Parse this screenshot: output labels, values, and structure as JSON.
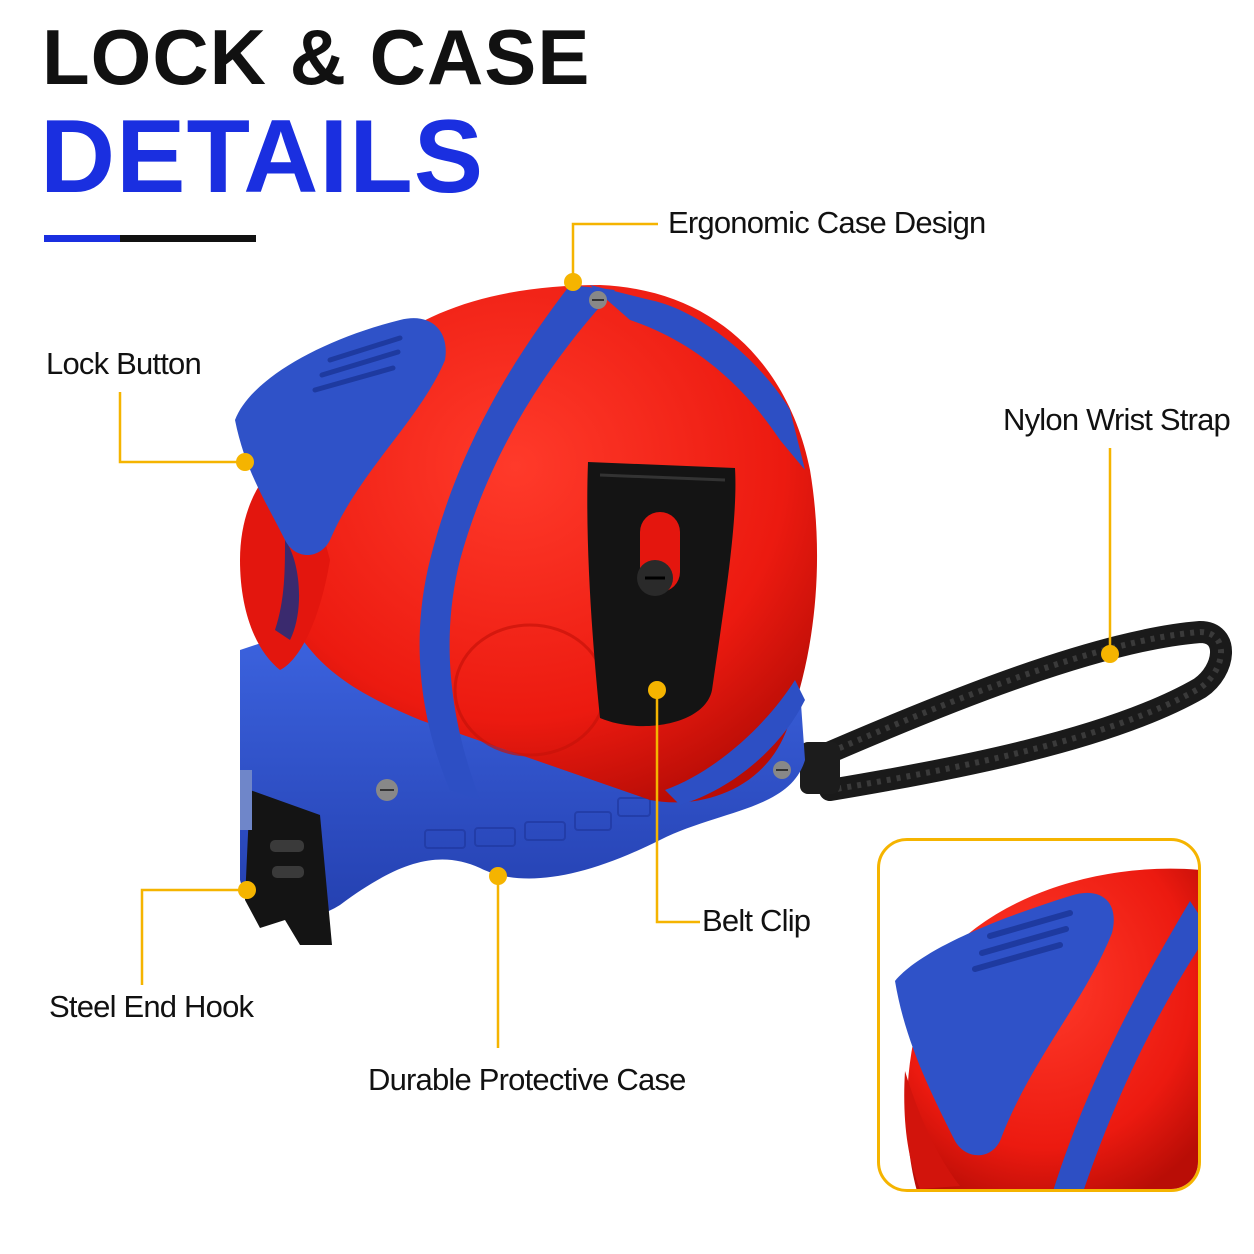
{
  "header": {
    "title_line1": "LOCK & CASE",
    "title_line2": "DETAILS"
  },
  "callouts": {
    "ergonomic_case_design": "Ergonomic Case Design",
    "lock_button": "Lock Button",
    "nylon_wrist_strap": "Nylon Wrist Strap",
    "belt_clip": "Belt Clip",
    "steel_end_hook": "Steel End Hook",
    "durable_protective_case": "Durable Protective Case"
  },
  "colors": {
    "title_black": "#111111",
    "title_blue": "#1a2fe0",
    "callout_line": "#f5b400",
    "case_red": "#ee1c12",
    "case_blue": "#2d4fc4",
    "clip_black": "#141414"
  }
}
